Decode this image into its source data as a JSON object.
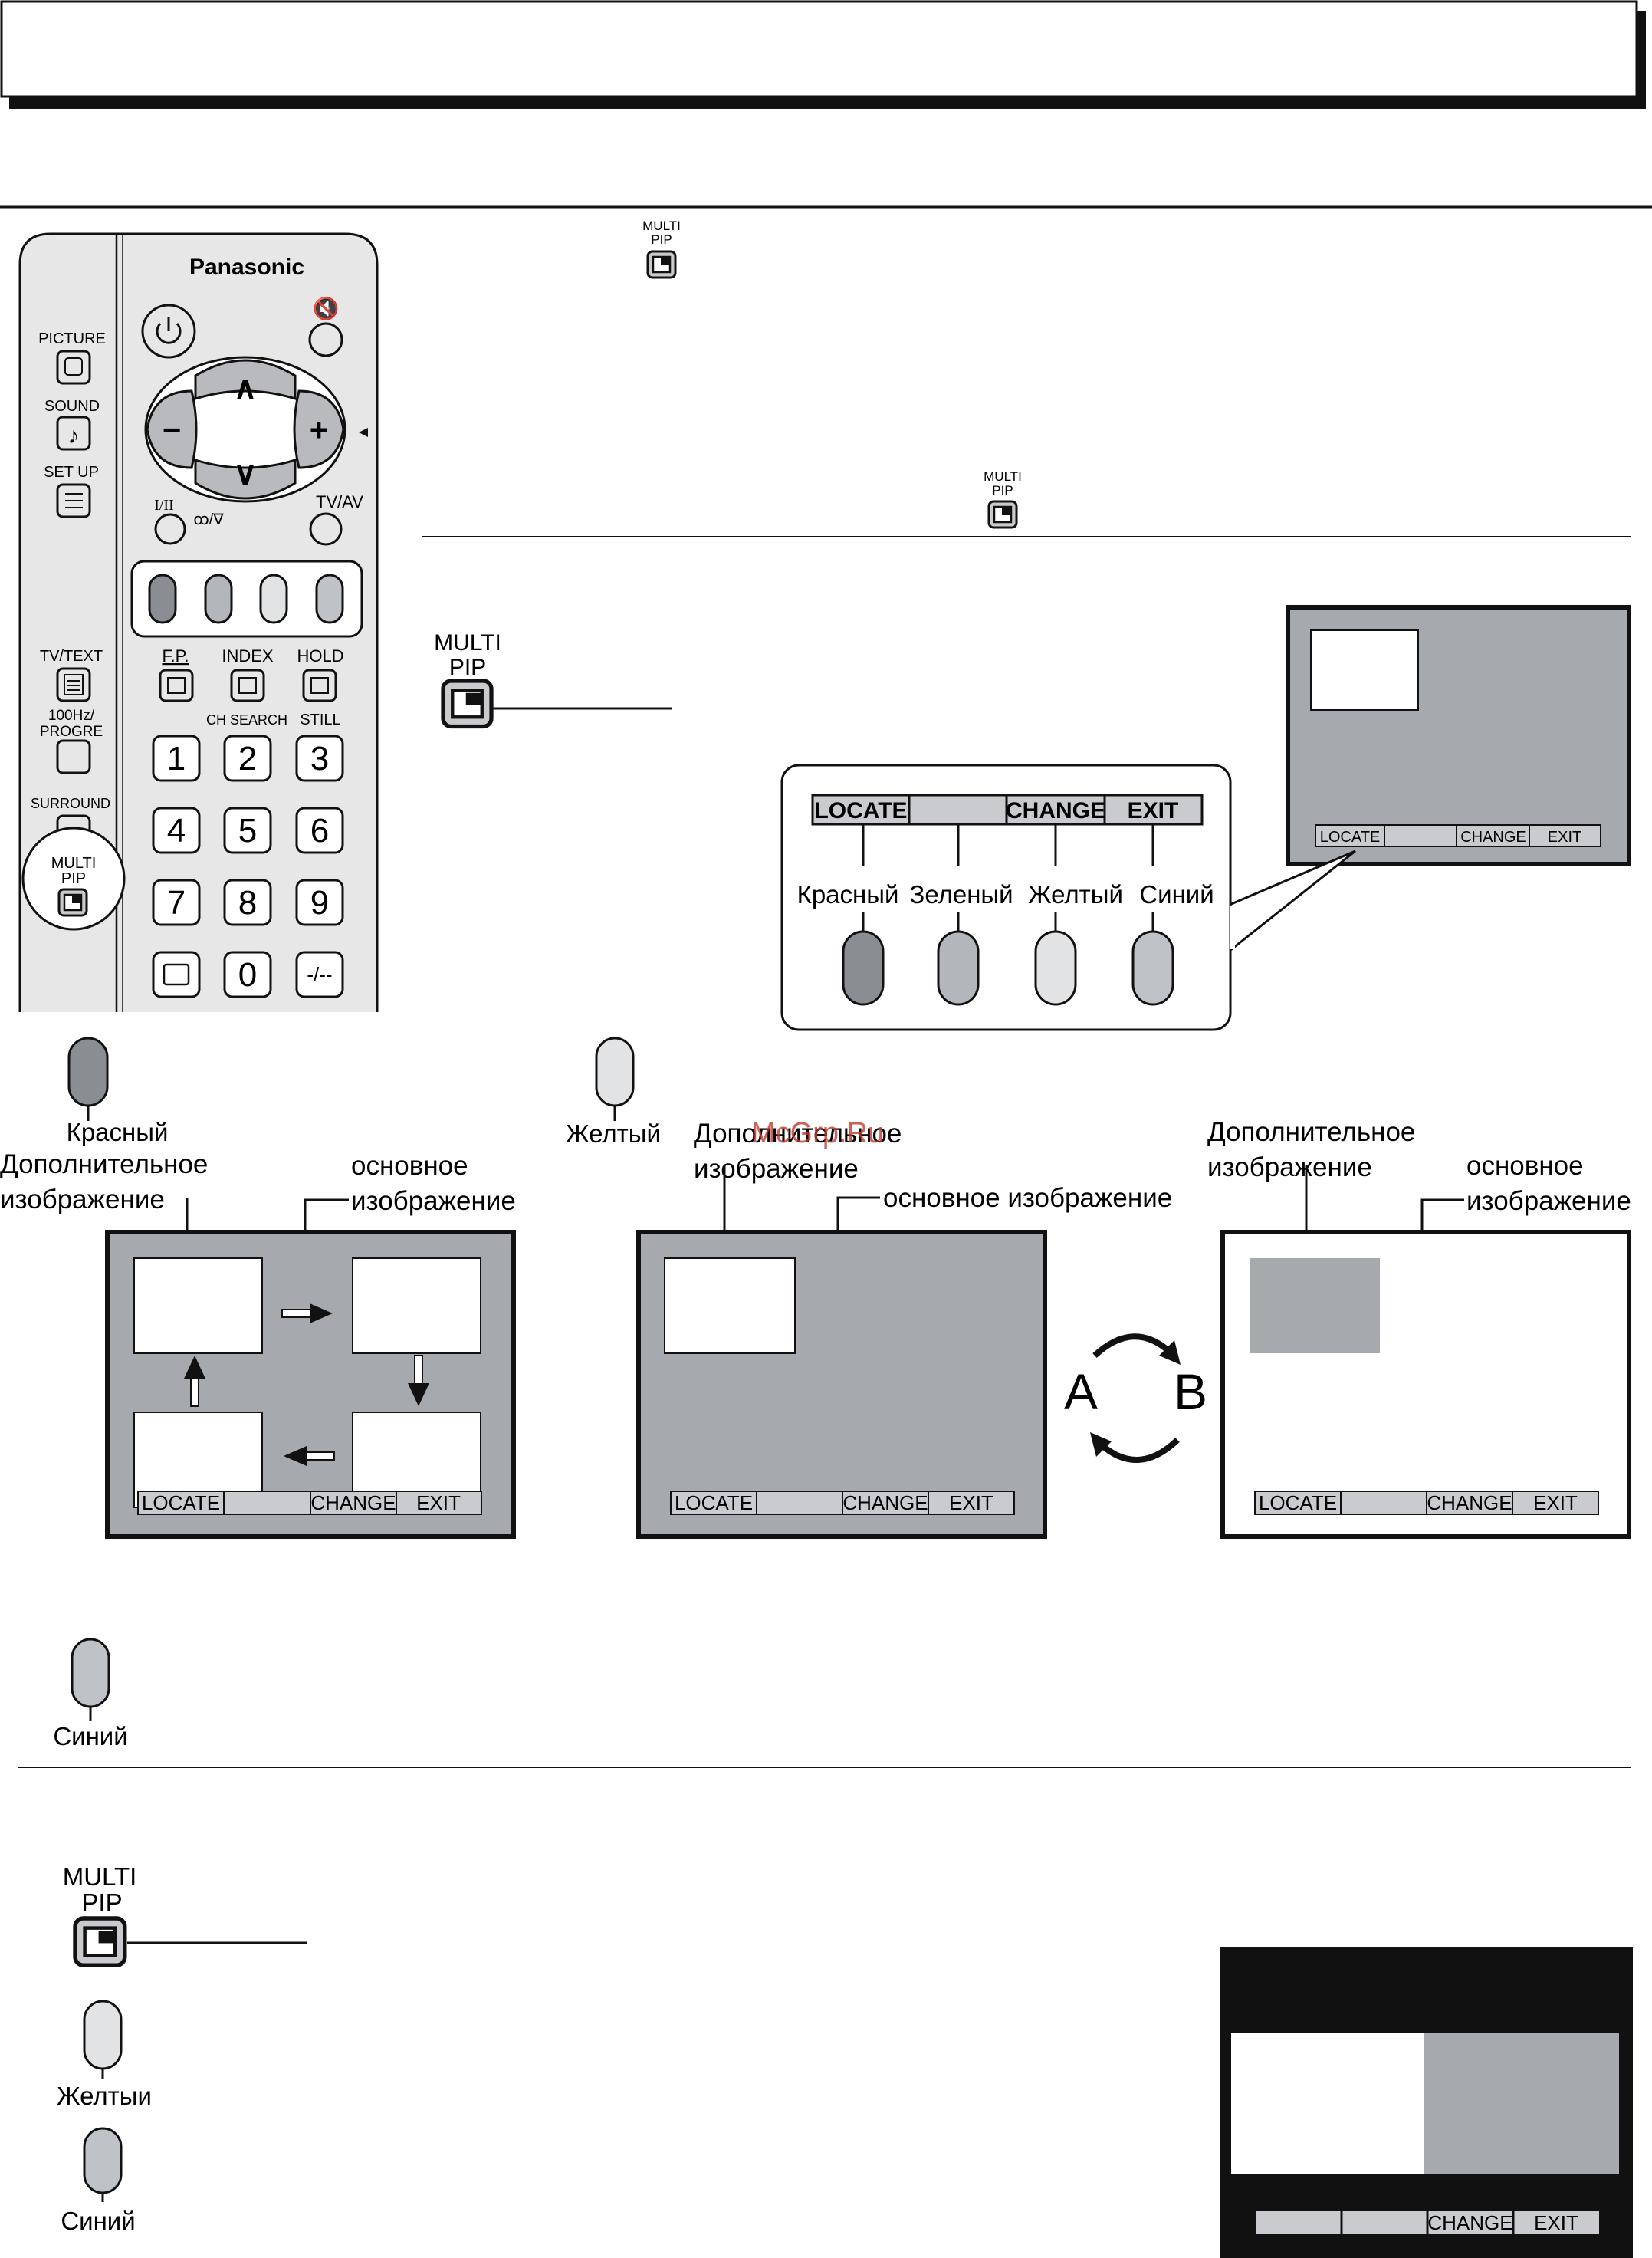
{
  "header": {
    "title": ""
  },
  "remote": {
    "brand": "Panasonic",
    "left_labels": {
      "picture": "PICTURE",
      "sound": "SOUND",
      "setup": "SET UP",
      "tvtext": "TV/TEXT",
      "hz100": "100Hz/",
      "progre": "PROGRE",
      "surround": "SURROUND",
      "multi": "MULTI",
      "pip": "PIP"
    },
    "top_labels": {
      "sound_mode": "I/II",
      "sound_sym": "ꝏ/∇",
      "tvav": "TV/AV"
    },
    "row_labels": {
      "fp": "F.P.",
      "index": "INDEX",
      "hold": "HOLD",
      "chsearch": "CH SEARCH",
      "still": "STILL"
    },
    "digits": [
      "1",
      "2",
      "3",
      "4",
      "5",
      "6",
      "7",
      "8",
      "9"
    ],
    "zero": "0",
    "dash": "-/--",
    "minus": "−",
    "plus": "+",
    "up": "∧",
    "down": "∨"
  },
  "icons_small": {
    "multi": "MULTI",
    "pip": "PIP"
  },
  "pip_section": {
    "multi": "MULTI",
    "pip": "PIP",
    "menu": {
      "locate": "LOCATE",
      "change": "CHANGE",
      "exit": "EXIT"
    },
    "color_labels": {
      "red": "Красный",
      "green": "Зеленый",
      "yellow": "Желтый",
      "blue": "Синий"
    }
  },
  "locate_section": {
    "red_label": "Красный",
    "sub_label_1": "Дополнительное",
    "sub_label_2": "изображение",
    "main_label_1": "основное",
    "main_label_2": "изображение"
  },
  "swap_section": {
    "yellow_label": "Желтый",
    "watermark": "McGrp.Ru",
    "sub_label_1": "Дополнительное",
    "sub_label_2": "изображение",
    "main_label": "основное изображение",
    "a": "A",
    "b": "B",
    "sub2_label_1": "Дополнительное",
    "sub2_label_2": "изображение",
    "main2_label_1": "основное",
    "main2_label_2": "изображение"
  },
  "blue_section": {
    "label": "Синий"
  },
  "bottom_section": {
    "multi": "MULTI",
    "pip": "PIP",
    "yellow_label": "Желтыи",
    "blue_label": "Синий",
    "menu": {
      "change": "CHANGE",
      "exit": "EXIT"
    }
  },
  "colors": {
    "red_button": "#8a8e93",
    "green_button": "#b3b6ba",
    "yellow_button": "#e2e3e5",
    "blue_button": "#bfc2c6",
    "screen": "#a6a9ae",
    "remote_body": "#e7e7e7"
  }
}
